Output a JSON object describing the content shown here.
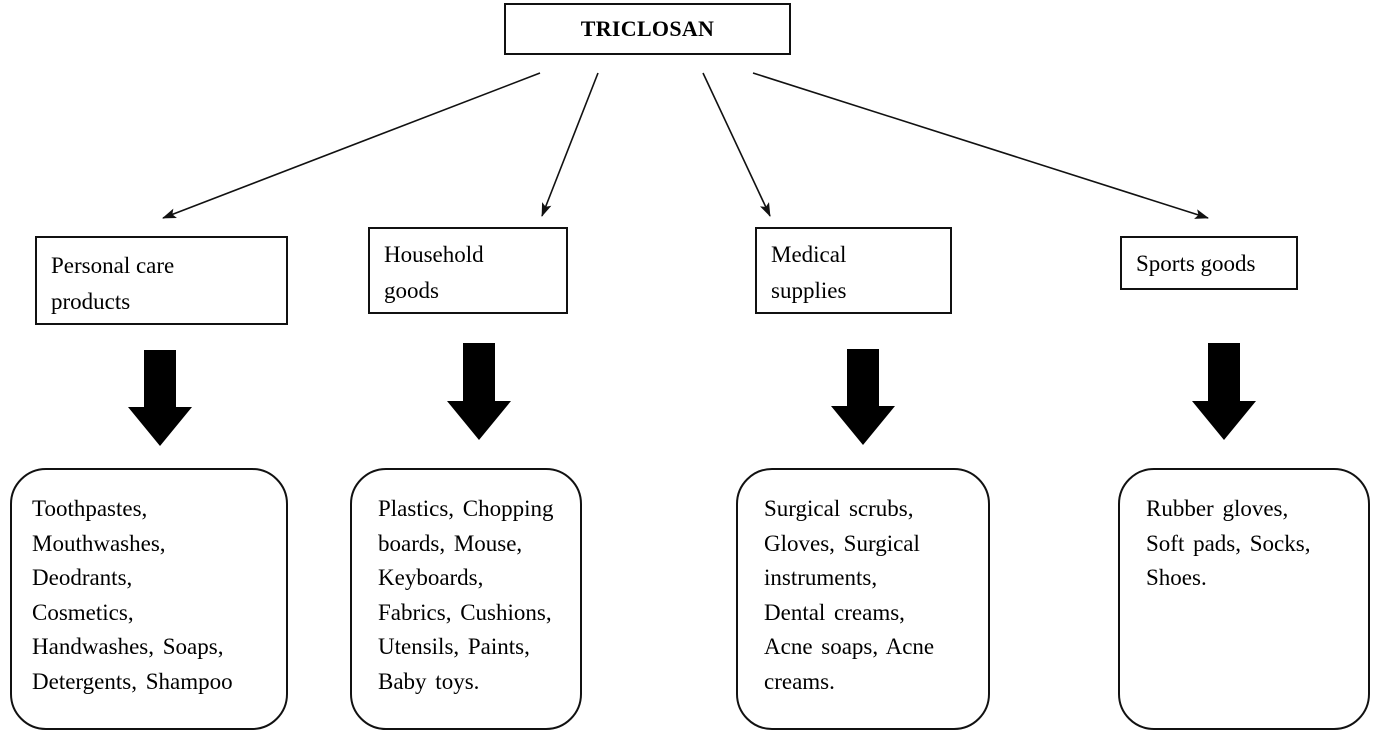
{
  "root": {
    "label": "TRICLOSAN"
  },
  "categories": [
    {
      "label": "Personal care products",
      "items": "Toothpastes,\nMouthwashes,\nDeodrants,\nCosmetics,\nHandwashes,  Soaps,\nDetergents,  Shampoo"
    },
    {
      "label": "Household goods",
      "items": "Plastics,  Chopping\nboards, Mouse,\nKeyboards,\nFabrics, Cushions,\nUtensils,  Paints,\nBaby toys."
    },
    {
      "label": "Medical supplies",
      "items": "Surgical  scrubs,\nGloves,  Surgical\ninstruments,\nDental creams,\nAcne soaps, Acne\ncreams."
    },
    {
      "label": "Sports goods",
      "items": "Rubber gloves,\nSoft pads, Socks,\nShoes."
    }
  ]
}
